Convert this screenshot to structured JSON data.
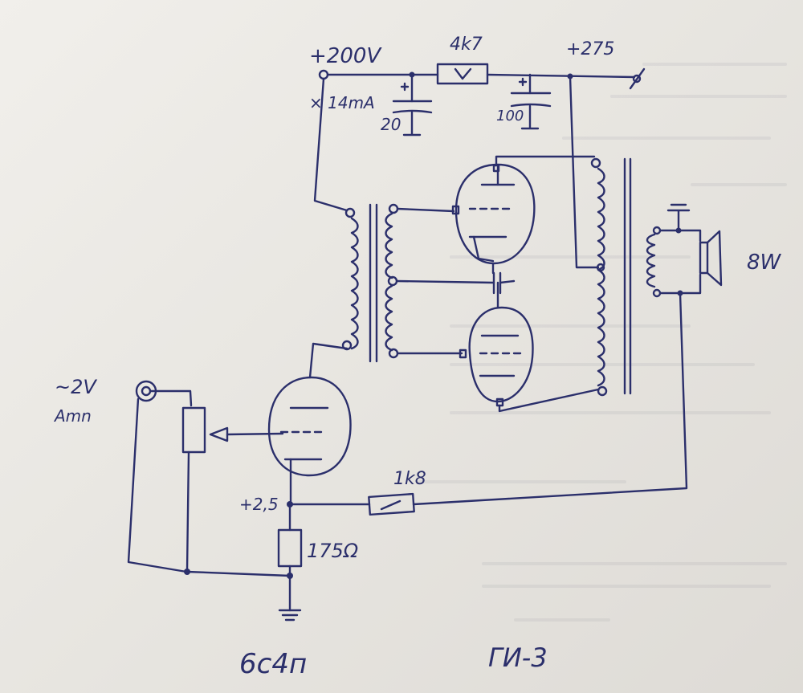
{
  "labels": {
    "supply_voltage": "+200V",
    "supply_current": "× 14mA",
    "supply_resistor": "4k7",
    "output_voltage": "+275",
    "cap_left": "20",
    "cap_right": "100",
    "speaker_power": "8W",
    "input_signal": "~2V",
    "input_source": "Amn",
    "cathode_voltage": "+2,5",
    "feedback_resistor": "1k8",
    "cathode_resistor": "175Ω",
    "driver_tube": "6с4п",
    "output_tube": "ГИ-3"
  },
  "colors": {
    "ink": "#2b2f6b",
    "paper": "#eceae6"
  }
}
